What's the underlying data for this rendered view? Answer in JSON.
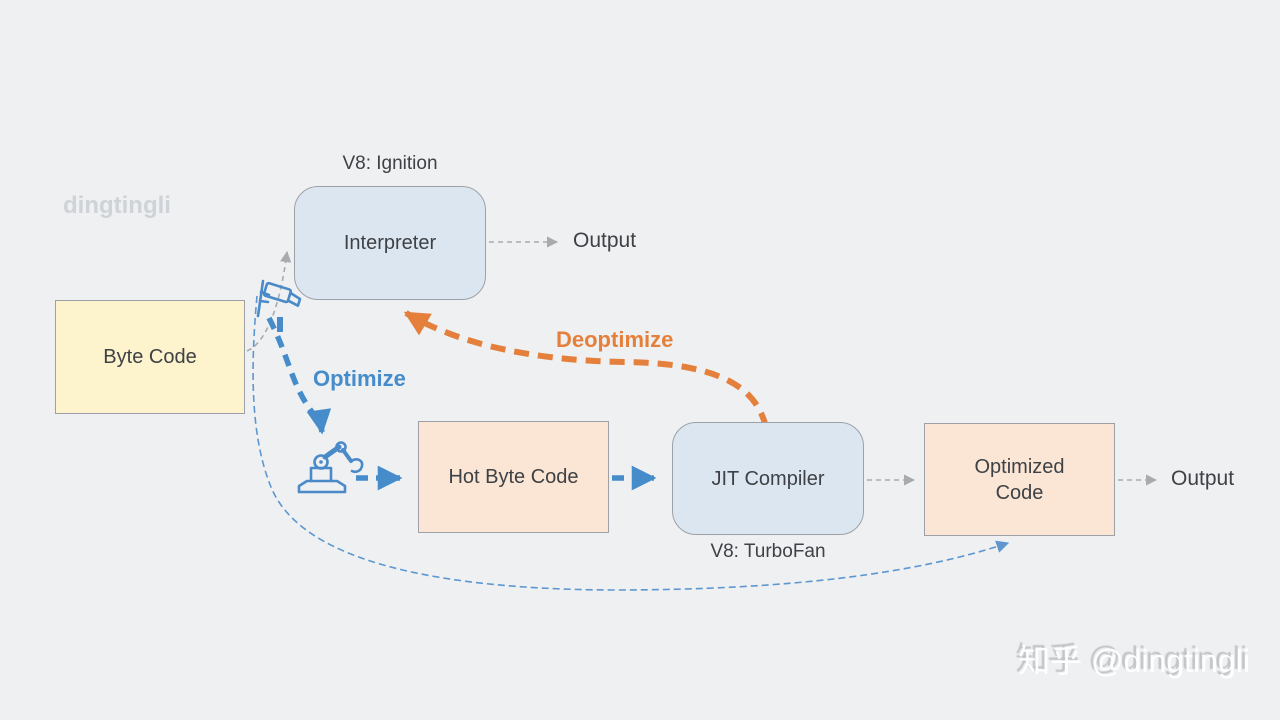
{
  "watermarks": {
    "top_left": "dingtingli",
    "bottom_right": "知乎 @dingtingli"
  },
  "nodes": {
    "byte_code": {
      "label": "Byte Code"
    },
    "interpreter": {
      "label": "Interpreter",
      "caption": "V8: Ignition"
    },
    "hot_byte_code": {
      "label": "Hot Byte Code"
    },
    "jit_compiler": {
      "label": "JIT Compiler",
      "caption": "V8: TurboFan"
    },
    "optimized_code": {
      "label": "Optimized Code"
    }
  },
  "labels": {
    "interpreter_output": "Output",
    "optimized_output": "Output",
    "optimize": "Optimize",
    "deoptimize": "Deoptimize"
  },
  "icons": {
    "camera": "cctv-camera-icon",
    "robot": "robot-arm-icon"
  },
  "colors": {
    "background": "#eef0f2",
    "node_blue_fill": "#dce6f1",
    "node_yellow_fill": "#fdf3cd",
    "node_orange_fill": "#fbe5d5",
    "node_border": "#9da1a7",
    "arrow_gray": "#a8abae",
    "accent_blue": "#468ccb",
    "accent_orange": "#e5803c",
    "text_dark": "#3e4145",
    "watermark_gray": "#cfd3d7"
  }
}
